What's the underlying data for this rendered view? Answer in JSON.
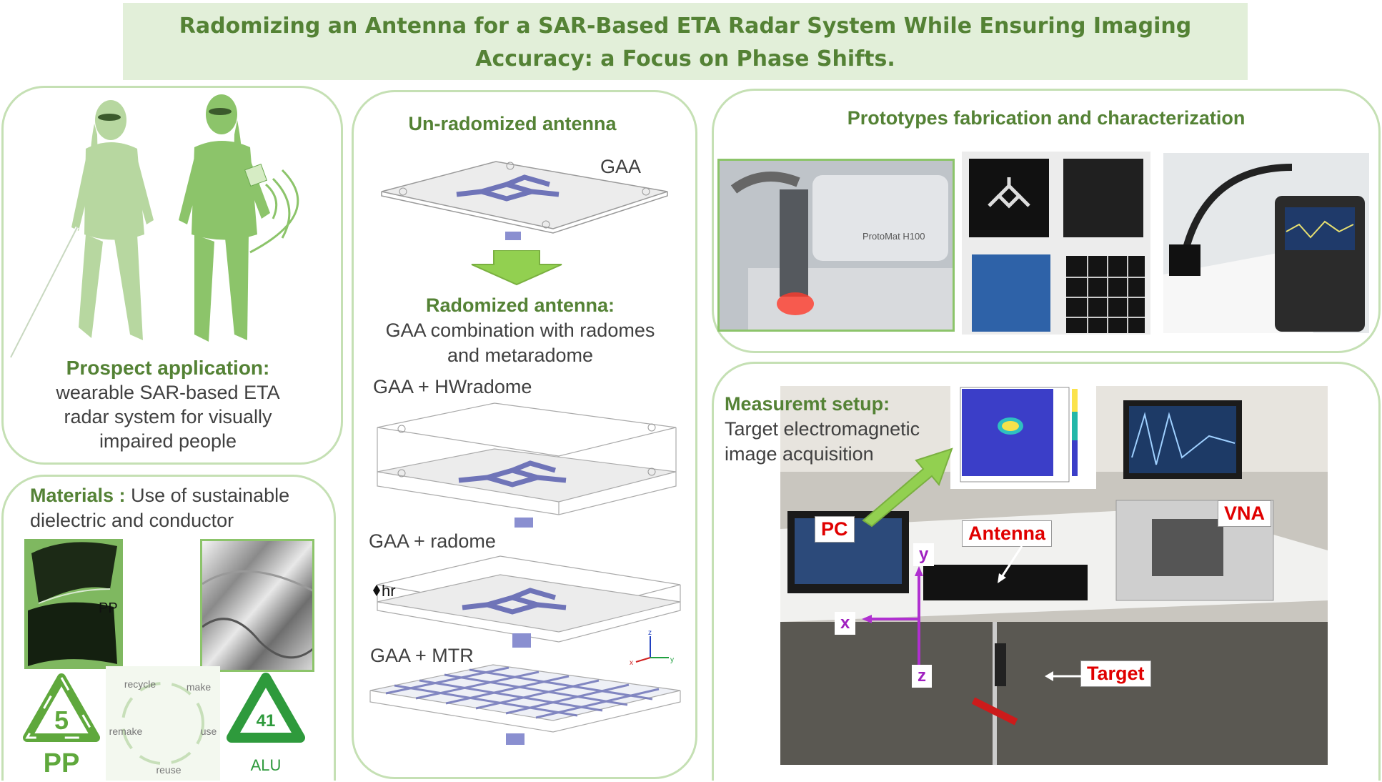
{
  "title": {
    "line1": "Radomizing an Antenna for a SAR-Based ETA Radar System While Ensuring Imaging",
    "line2": "Accuracy: a Focus on Phase Shifts."
  },
  "prospect": {
    "heading": "Prospect application:",
    "text_line1": "wearable SAR-based ETA",
    "text_line2": "radar system for visually",
    "text_line3": "impaired people"
  },
  "materials": {
    "heading": "Materials :",
    "text_line1": " Use of sustainable",
    "text_line2": "dielectric and conductor",
    "pp_photo_label": "PP",
    "pp_symbol_number": "5",
    "pp_symbol_label": "PP",
    "alu_symbol_number": "41",
    "alu_symbol_label": "ALU",
    "cycle": [
      "recycle",
      "make",
      "use",
      "reuse",
      "remake"
    ]
  },
  "antenna": {
    "unradomized_heading": "Un-radomized antenna",
    "gaa_label": "GAA",
    "radomized_heading": "Radomized antenna:",
    "radomized_line1": "GAA combination with radomes",
    "radomized_line2": "and metaradome",
    "hwradome_label": "GAA + HWradome",
    "radome_label": "GAA + radome",
    "hr_label": "hr",
    "mtr_label": "GAA + MTR",
    "axis_z": "z",
    "axis_x": "x",
    "axis_y": "y"
  },
  "prototypes": {
    "heading": "Prototypes fabrication and characterization",
    "machine_brand": "ProtoMat H100"
  },
  "measurement": {
    "heading": "Measuremt setup:",
    "text_line1": "Target electromagnetic",
    "text_line2": "image acquisition",
    "labels": {
      "pc": "PC",
      "antenna": "Antenna",
      "vna": "VNA",
      "target": "Target",
      "y": "y",
      "x": "x",
      "z": "z"
    }
  },
  "colors": {
    "title_band": "#e2efd9",
    "title_text": "#548235",
    "panel_border": "#c5e0b4",
    "heading_green": "#548235",
    "arrow_green": "#92d050",
    "antenna_patch": "#6f74b8",
    "label_red": "#e00000",
    "axis_purple": "#a020c0"
  }
}
